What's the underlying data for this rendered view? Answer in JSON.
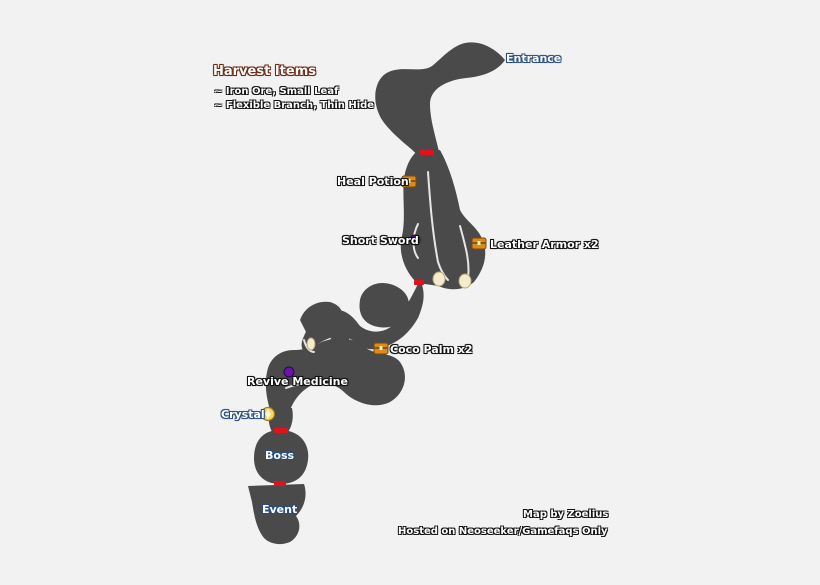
{
  "colors": {
    "background": "#f2f2f2",
    "terrain": "#4a4a4a",
    "path_edge": "#e6e6e6",
    "door": "#e0121b",
    "chest": "#d98b1c",
    "orb": "#6a13a8",
    "label_blue": "#2a4f80"
  },
  "harvest": {
    "title": "Harvest Items",
    "lines": [
      "~ Iron Ore, Small Leaf",
      "~ Flexible Branch, Thin Hide"
    ]
  },
  "locations": {
    "entrance": "Entrance",
    "crystal": "Crystal",
    "boss": "Boss",
    "event": "Event"
  },
  "items": {
    "heal_potion": "Heal Potion",
    "short_sword": "Short Sword",
    "leather_armor": "Leather Armor x2",
    "coco_palm": "Coco Palm x2",
    "revive_medicine": "Revive Medicine"
  },
  "icons": {
    "chest": "treasure-chest-icon",
    "orb": "purple-orb-icon",
    "crystal": "save-crystal-icon",
    "harvest": "harvest-point-icon",
    "door": "door-marker"
  },
  "credits": {
    "author": "Map by Zoelius",
    "hosted": "Hosted on Neoseeker/Gamefaqs Only"
  }
}
